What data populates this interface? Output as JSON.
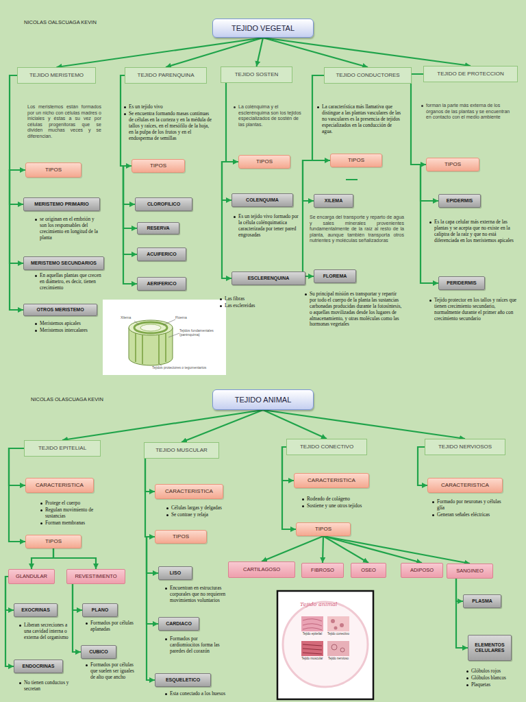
{
  "diagram": {
    "nodes": [
      {
        "text": [
          "TEJIDO VEGETAL"
        ]
      },
      {
        "text": [
          "TEJIDO MERISTEMO"
        ]
      },
      {
        "text": [
          "TEJIDO PARENQUINA"
        ]
      },
      {
        "text": [
          "TEJIDO SOSTEN"
        ]
      },
      {
        "text": [
          "TEJIDO CONDUCTORES"
        ]
      },
      {
        "text": [
          "TEJIDO DE PROTECCION"
        ]
      },
      {
        "text": [
          "TIPOS"
        ]
      },
      {
        "text": [
          "MERISTEMO PRIMARIO"
        ]
      },
      {
        "text": [
          "MERISTEMO SECUNDARIOS"
        ]
      },
      {
        "text": [
          "OTROS MERISTEMO"
        ]
      },
      {
        "text": [
          "TIPOS"
        ]
      },
      {
        "text": [
          "CLOROFILICO"
        ]
      },
      {
        "text": [
          "RESERVA"
        ]
      },
      {
        "text": [
          "ACUIFERICO"
        ]
      },
      {
        "text": [
          "AERIFERICO"
        ]
      },
      {
        "text": [
          "TIPOS"
        ]
      },
      {
        "text": [
          "COLENQUIMA"
        ]
      },
      {
        "text": [
          "ESCLERENQUINA"
        ]
      },
      {
        "text": [
          "TIPOS"
        ]
      },
      {
        "text": [
          "XILEMA"
        ]
      },
      {
        "text": [
          "FLOREMA"
        ]
      },
      {
        "text": [
          "TIPOS"
        ]
      },
      {
        "text": [
          "EPIDERMIS"
        ]
      },
      {
        "text": [
          "PERIDERMIS"
        ]
      },
      {
        "text": [
          "TEJIDO ANIMAL"
        ]
      },
      {
        "text": [
          "TEJIDO EPITELIAL"
        ]
      },
      {
        "text": [
          "TEJIDO MUSCULAR"
        ]
      },
      {
        "text": [
          "TEJIDO CONECTIVO"
        ]
      },
      {
        "text": [
          "TEJIDO NERVIOSOS"
        ]
      },
      {
        "text": [
          "CARACTERISTICA"
        ]
      },
      {
        "text": [
          "TIPOS"
        ]
      },
      {
        "text": [
          "GLANDULAR"
        ]
      },
      {
        "text": [
          "REVESTIMIENTO"
        ]
      },
      {
        "text": [
          "EXOCRINAS"
        ]
      },
      {
        "text": [
          "ENDOCRINAS"
        ]
      },
      {
        "text": [
          "PLANO"
        ]
      },
      {
        "text": [
          "CUBICO"
        ]
      },
      {
        "text": [
          "CARACTERISTICA"
        ]
      },
      {
        "text": [
          "TIPOS"
        ]
      },
      {
        "text": [
          "LISO"
        ]
      },
      {
        "text": [
          "CARDIACO"
        ]
      },
      {
        "text": [
          "ESQUELETICO"
        ]
      },
      {
        "text": [
          "CARACTERISTICA"
        ]
      },
      {
        "text": [
          "TIPOS"
        ]
      },
      {
        "text": [
          "CARTILAGOSO"
        ]
      },
      {
        "text": [
          "FIBROSO"
        ]
      },
      {
        "text": [
          "OSEO"
        ]
      },
      {
        "text": [
          "ADIPOSO"
        ]
      },
      {
        "text": [
          "SANGINEO"
        ]
      },
      {
        "text": [
          "PLASMA"
        ]
      },
      {
        "text": [
          "ELEMENTOS CELULARES"
        ]
      },
      {
        "text": [
          "CARACTERISTICA"
        ]
      }
    ],
    "edges": [
      {
        "from": 0,
        "to": 1,
        "arrow": "to"
      },
      {
        "from": 0,
        "to": 2,
        "arrow": "to"
      },
      {
        "from": 0,
        "to": 3,
        "arrow": "to"
      },
      {
        "from": 0,
        "to": 4,
        "arrow": "to"
      },
      {
        "from": 0,
        "to": 5,
        "arrow": "to"
      },
      {
        "from": 1,
        "to": 6,
        "arrow": "to"
      },
      {
        "from": 6,
        "to": 7,
        "arrow": "to"
      },
      {
        "from": 6,
        "to": 8,
        "arrow": "to"
      },
      {
        "from": 6,
        "to": 9,
        "arrow": "to"
      },
      {
        "from": 2,
        "to": 10,
        "arrow": "to"
      },
      {
        "from": 10,
        "to": 11,
        "arrow": "to"
      },
      {
        "from": 10,
        "to": 12,
        "arrow": "to"
      },
      {
        "from": 10,
        "to": 13,
        "arrow": "to"
      },
      {
        "from": 10,
        "to": 14,
        "arrow": "to"
      },
      {
        "from": 3,
        "to": 15,
        "arrow": "to"
      },
      {
        "from": 15,
        "to": 16,
        "arrow": "to"
      },
      {
        "from": 15,
        "to": 17,
        "arrow": "to"
      },
      {
        "from": 4,
        "to": 18,
        "arrow": "to"
      },
      {
        "from": 18,
        "to": 19,
        "arrow": "to"
      },
      {
        "from": 18,
        "to": 20,
        "arrow": "to"
      },
      {
        "from": 5,
        "to": 21,
        "arrow": "to"
      },
      {
        "from": 21,
        "to": 22,
        "arrow": "to"
      },
      {
        "from": 21,
        "to": 23,
        "arrow": "to"
      },
      {
        "from": 24,
        "to": 25,
        "arrow": "to"
      },
      {
        "from": 24,
        "to": 26,
        "arrow": "to"
      },
      {
        "from": 24,
        "to": 27,
        "arrow": "to"
      },
      {
        "from": 24,
        "to": 28,
        "arrow": "to"
      },
      {
        "from": 25,
        "to": 29,
        "arrow": "to"
      },
      {
        "from": 25,
        "to": 30,
        "arrow": "to"
      },
      {
        "from": 30,
        "to": 31,
        "arrow": "to"
      },
      {
        "from": 30,
        "to": 32,
        "arrow": "to"
      },
      {
        "from": 31,
        "to": 33,
        "arrow": "to"
      },
      {
        "from": 31,
        "to": 34,
        "arrow": "to"
      },
      {
        "from": 32,
        "to": 35,
        "arrow": "to"
      },
      {
        "from": 32,
        "to": 36,
        "arrow": "to"
      },
      {
        "from": 26,
        "to": 37,
        "arrow": "to"
      },
      {
        "from": 26,
        "to": 38,
        "arrow": "to"
      },
      {
        "from": 38,
        "to": 39,
        "arrow": "to"
      },
      {
        "from": 38,
        "to": 40,
        "arrow": "to"
      },
      {
        "from": 38,
        "to": 41,
        "arrow": "to"
      },
      {
        "from": 27,
        "to": 42,
        "arrow": "to"
      },
      {
        "from": 27,
        "to": 43,
        "arrow": "to"
      },
      {
        "from": 43,
        "to": 44,
        "arrow": "to"
      },
      {
        "from": 43,
        "to": 45,
        "arrow": "to"
      },
      {
        "from": 43,
        "to": 46,
        "arrow": "to"
      },
      {
        "from": 43,
        "to": 47,
        "arrow": "to"
      },
      {
        "from": 43,
        "to": 48,
        "arrow": "to"
      },
      {
        "from": 48,
        "to": 49,
        "arrow": "to"
      },
      {
        "from": 48,
        "to": 50,
        "arrow": "to"
      },
      {
        "from": 28,
        "to": 51,
        "arrow": "to"
      }
    ],
    "labels": [
      "NICOLAS OALSCUAGA KEVIN",
      "Los meristemos están formados por un nicho con células madres o iniciales y éstas a su vez por células progenitoras que se dividen muchas veces y se diferencian.",
      "se originan en el embrión y son los responsables del crecimiento en longitud de la planta",
      "En aquellas plantas que crecen en diámetro, es decir, tienen crecimiento",
      "Meristemos apicales",
      "Meristemos intercalares",
      "Es un tejido vivo",
      "Se encuentra formando masas continuas de células en la corteza y en la médula de tallos y raíces, en el mesófilo de la hoja, en la pulpa de los frutos y en el endosperma de semillas",
      "La colénquima y el esclerénquima son los tejidos especializados de sostén de las plantas.",
      "Es un tejido vivo formado por la célula colénquimatica caracterizada por tener pared engrosadas",
      "Las fibras",
      "Las esclereidas",
      "La característica más llamativa que distingue a las plantas vasculares de las no vasculares es la presencia de tejidos especializados en la conducción de agua.",
      "Se encarga del transporte y reparto de agua y sales minerales provenientes fundamentalmente de la raíz al resto de la planta, aunque también transporta otros nutrientes y moléculas señalizadoras",
      "Su principal misión es transportar y repartir por todo el cuerpo de la planta las sustancias carbonadas producidas durante la fotosíntesis, o aquellas movilizadas desde los lugares de almacenamiento, y otras moléculas como las hormonas vegetales",
      "forman la parte más externa de los órganos de las plantas y se encuentran en contacto con el medio ambiente",
      "Es la capa celular más externa de las plantas y se acepta que no existe en la caliptra de la raíz y que no está diferenciada en los meristemos apicales",
      "Tejido protector en los tallos y raíces que tienen crecimiento secundario, normalmente durante el primer año con crecimiento secundario",
      "Xilema",
      "Floema",
      "Tejidos fundamentales (parénquima)",
      "Tejidos protectores o tegumentarios",
      "NICOLAS OLASCUAGA KEVIN",
      "Protege el cuerpo",
      "Regulan movimiento de sustancias",
      "Forman membranas",
      "Liberan secreciones a una cavidad interna o externa del organismo",
      "No tienen conductos y secretan",
      "Formados por células aplanadas",
      "Formados por células que suelen ser iguales de alto que ancho",
      "Células largas y delgadas",
      "Se contrae y relaja",
      "Encuentran en estructuras corporales que no requieren movimientos voluntarios",
      "Formados por cardiomiocitos forma las paredes del corazón",
      "Esta conectado a los huesos",
      "Rodeado de colágeno",
      "Sostiene y une otros tejidos",
      "Glóbulos rojos",
      "Glóbulos blancos",
      "Plaquetas",
      "Formado por neuronas y células glía",
      "Generan señales eléctricas",
      "Tejido animal",
      "Tejido epitelial",
      "Tejido conectivo",
      "Tejido muscular",
      "Tejido nervioso"
    ]
  }
}
